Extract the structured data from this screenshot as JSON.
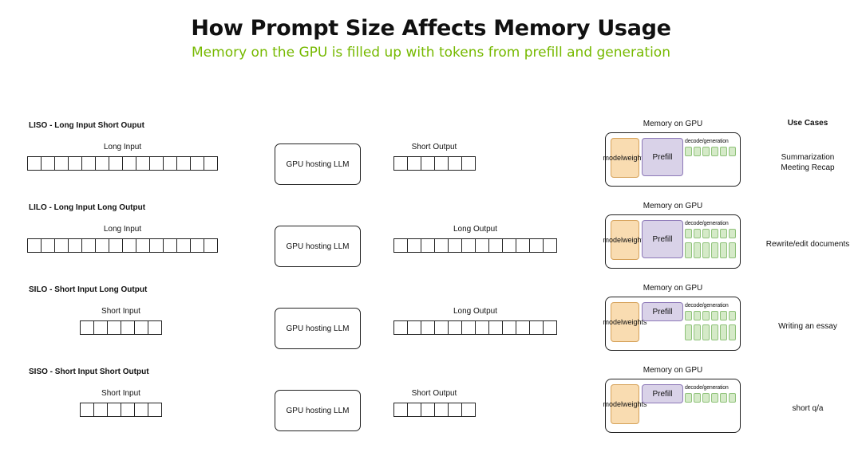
{
  "title": "How Prompt Size Affects Memory Usage",
  "subtitle": "Memory on the GPU is filled up with tokens from prefill and generation",
  "use_cases_header": "Use Cases",
  "memory_label": "Memory on GPU",
  "gpu_label": "GPU hosting LLM",
  "weights_line1": "model",
  "weights_line2": "weights",
  "prefill_label": "Prefill",
  "decode_label": "decode/generation",
  "rows": [
    {
      "title": "LISO - Long Input Short Ouput",
      "input_label": "Long Input",
      "input_tokens": 14,
      "output_label": "Short Output",
      "output_tokens": 6,
      "use_case": [
        "Summarization",
        "Meeting Recap"
      ],
      "prefill": "large",
      "decode": "short"
    },
    {
      "title": "LILO - Long Input Long Output",
      "input_label": "Long Input",
      "input_tokens": 14,
      "output_label": "Long Output",
      "output_tokens": 12,
      "use_case": [
        "Rewrite/edit documents"
      ],
      "prefill": "large",
      "decode": "long"
    },
    {
      "title": "SILO - Short Input Long Output",
      "input_label": "Short Input",
      "input_tokens": 6,
      "output_label": "Long Output",
      "output_tokens": 12,
      "use_case": [
        "Writing an essay"
      ],
      "prefill": "small",
      "decode": "long"
    },
    {
      "title": "SISO - Short Input Short Output",
      "input_label": "Short Input",
      "input_tokens": 6,
      "output_label": "Short Output",
      "output_tokens": 6,
      "use_case": [
        "short q/a"
      ],
      "prefill": "small",
      "decode": "short"
    }
  ]
}
